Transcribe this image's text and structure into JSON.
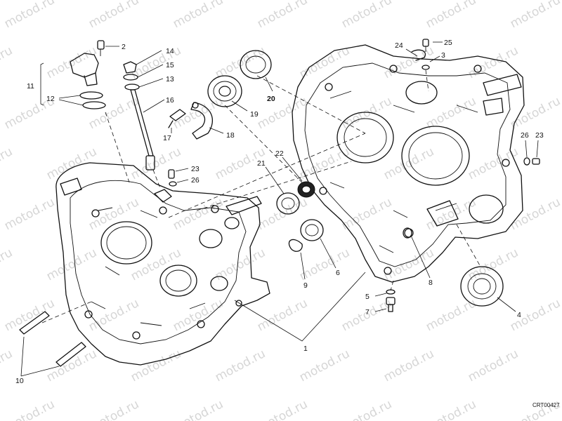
{
  "watermark": {
    "text": "motod.ru"
  },
  "drawing_code": "CRT00427",
  "callouts": [
    {
      "id": "c2",
      "label": "2"
    },
    {
      "id": "c14",
      "label": "14"
    },
    {
      "id": "c15",
      "label": "15"
    },
    {
      "id": "c13",
      "label": "13"
    },
    {
      "id": "c11",
      "label": "11"
    },
    {
      "id": "c12",
      "label": "12"
    },
    {
      "id": "c16",
      "label": "16"
    },
    {
      "id": "c17",
      "label": "17"
    },
    {
      "id": "c18",
      "label": "18"
    },
    {
      "id": "c19",
      "label": "19"
    },
    {
      "id": "c20",
      "label": "20"
    },
    {
      "id": "c23a",
      "label": "23"
    },
    {
      "id": "c26a",
      "label": "26"
    },
    {
      "id": "c21",
      "label": "21"
    },
    {
      "id": "c22",
      "label": "22"
    },
    {
      "id": "c24",
      "label": "24"
    },
    {
      "id": "c25",
      "label": "25"
    },
    {
      "id": "c3",
      "label": "3"
    },
    {
      "id": "c26b",
      "label": "26"
    },
    {
      "id": "c23b",
      "label": "23"
    },
    {
      "id": "c9",
      "label": "9"
    },
    {
      "id": "c6",
      "label": "6"
    },
    {
      "id": "c8",
      "label": "8"
    },
    {
      "id": "c5",
      "label": "5"
    },
    {
      "id": "c7",
      "label": "7"
    },
    {
      "id": "c4",
      "label": "4"
    },
    {
      "id": "c1",
      "label": "1"
    },
    {
      "id": "c10",
      "label": "10"
    }
  ]
}
